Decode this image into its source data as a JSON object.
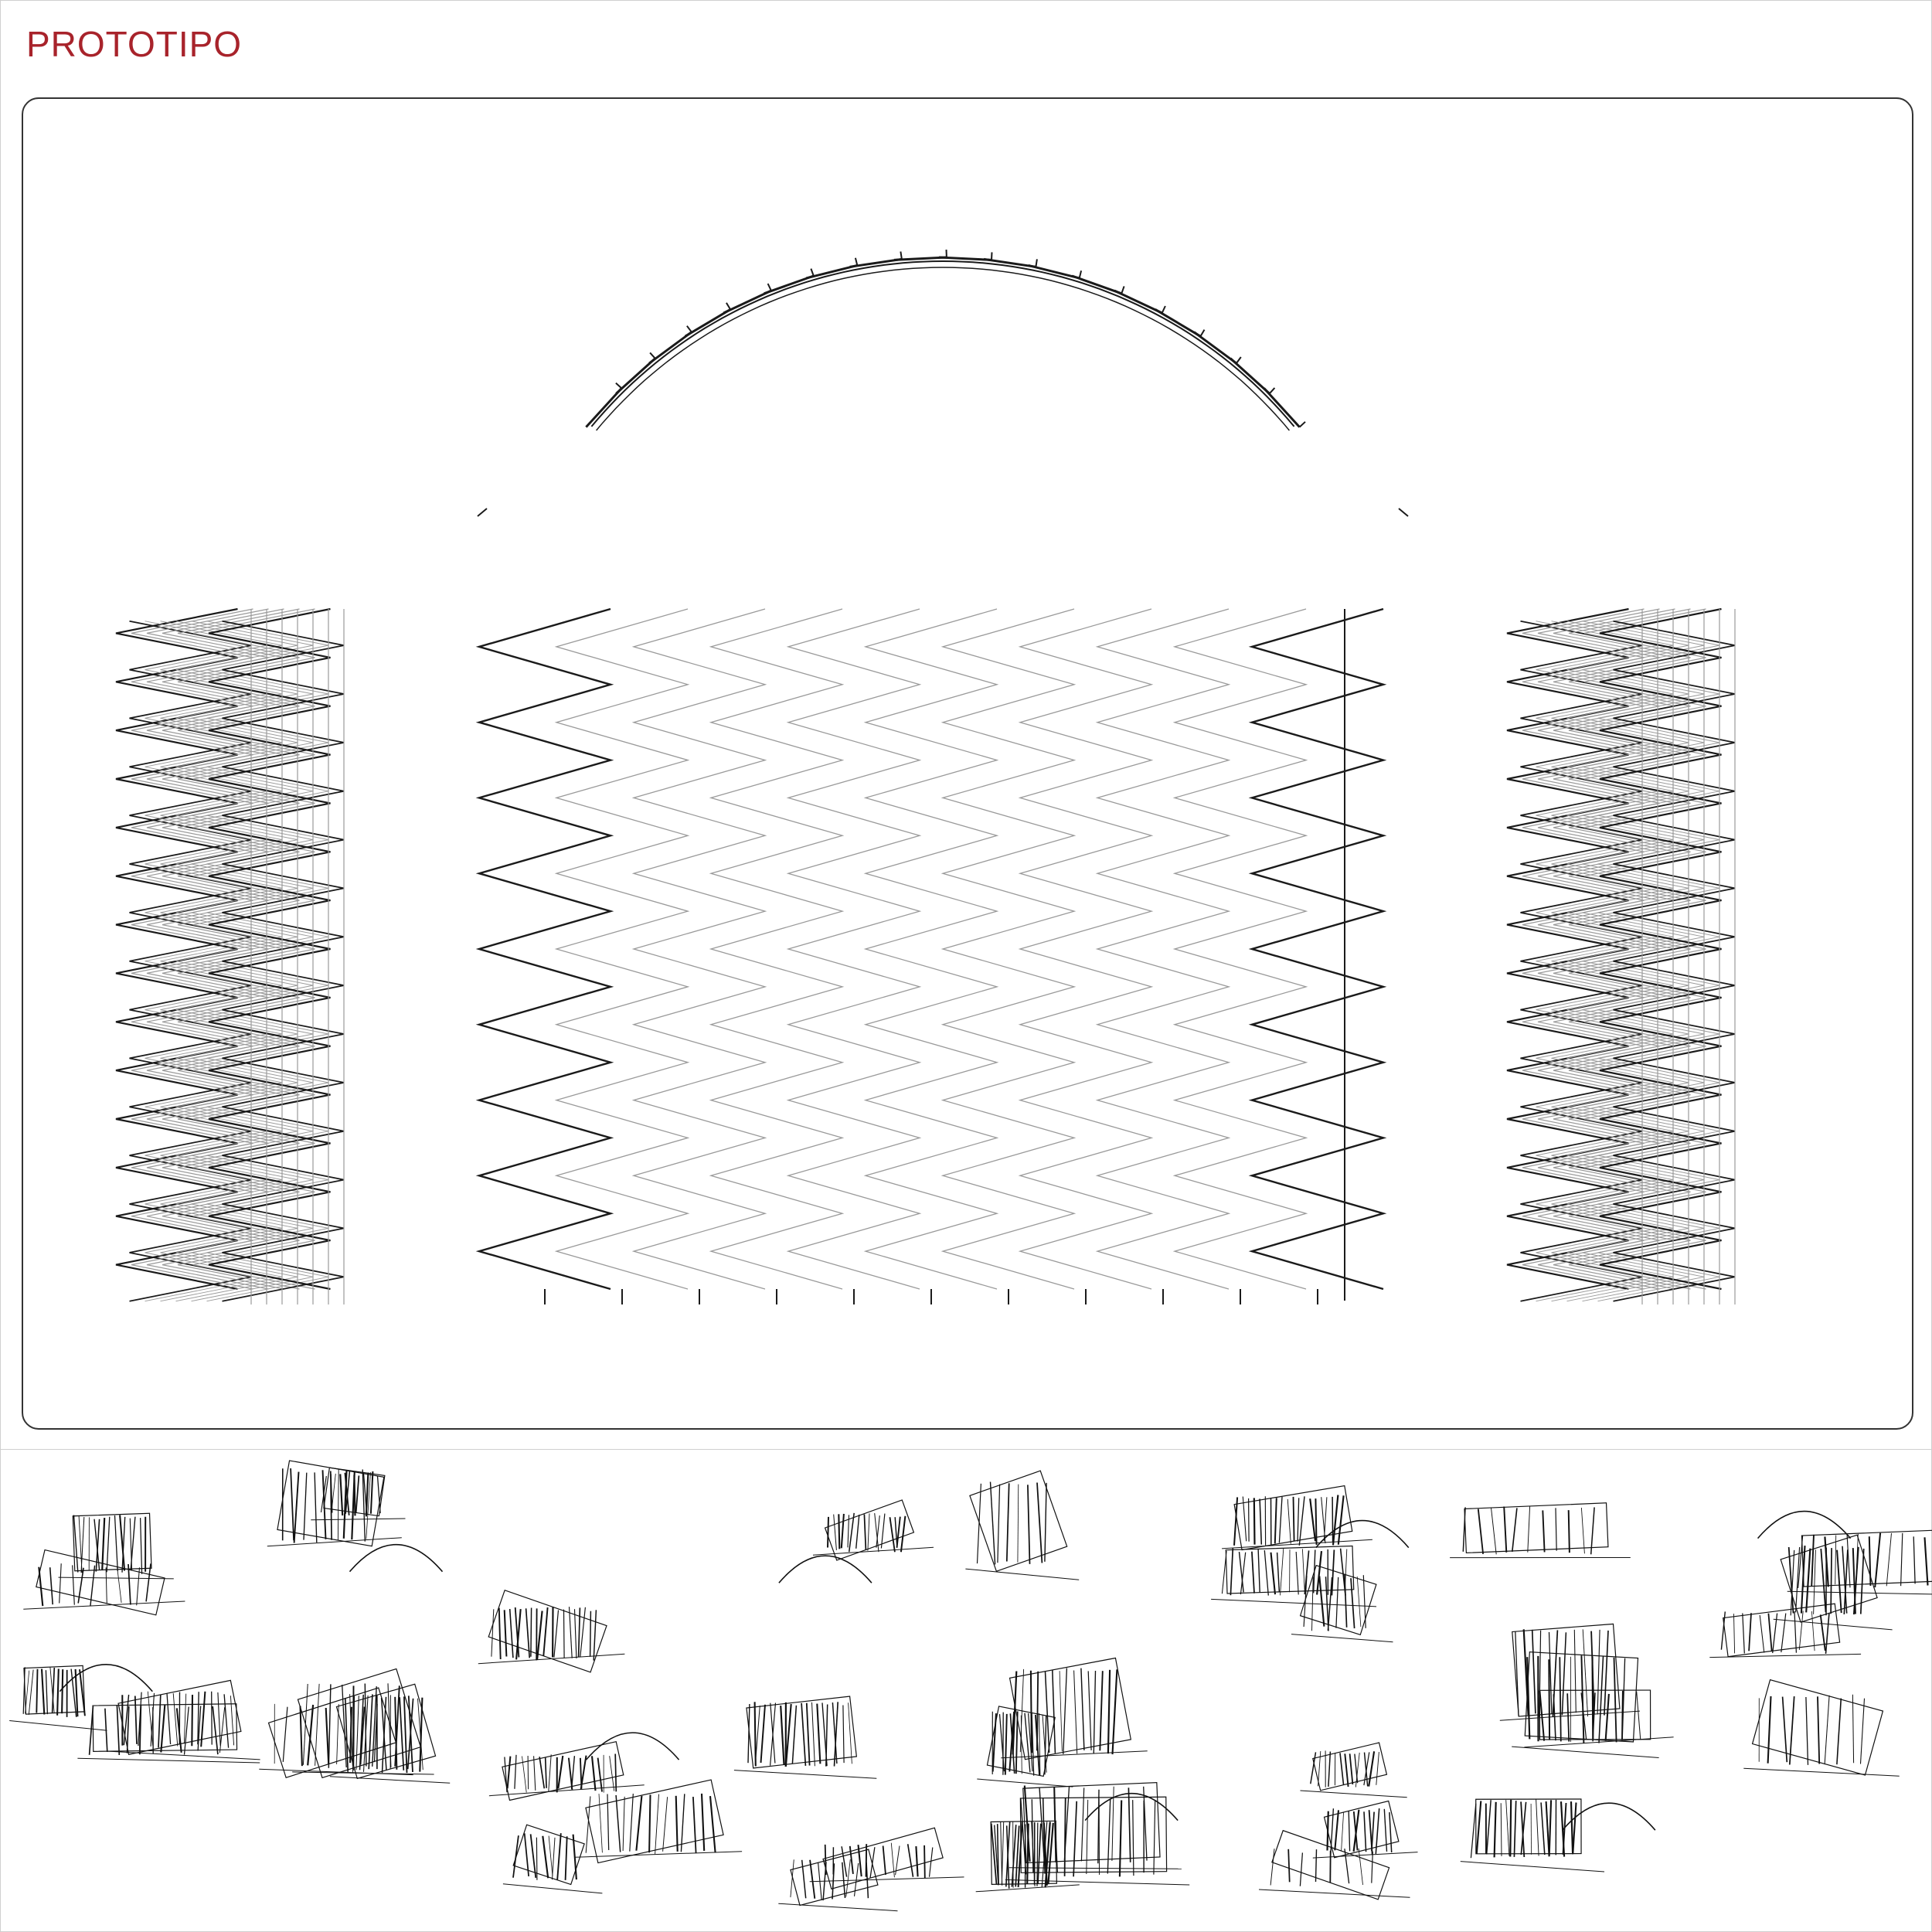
{
  "header": {
    "title": "PROTOTIPO",
    "title_color": "#a8232b"
  },
  "drawing": {
    "line_color": "#1a1a1a",
    "light_line_color": "#9a9a9a",
    "views": [
      "arch-section",
      "left-elevation",
      "plan-view",
      "right-elevation"
    ]
  },
  "sketches": {
    "ink_color": "#111111",
    "columns": 8
  }
}
